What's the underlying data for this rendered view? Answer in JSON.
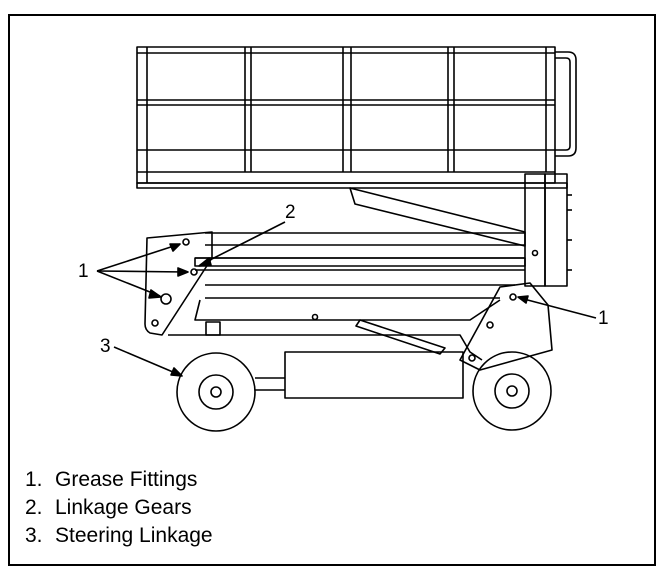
{
  "figure": {
    "callouts": {
      "grease_fittings": "1",
      "linkage_gears": "2",
      "steering_linkage": "3"
    },
    "legend": [
      {
        "number": "1.",
        "label": "Grease Fittings"
      },
      {
        "number": "2.",
        "label": "Linkage Gears"
      },
      {
        "number": "3.",
        "label": "Steering Linkage"
      }
    ]
  }
}
